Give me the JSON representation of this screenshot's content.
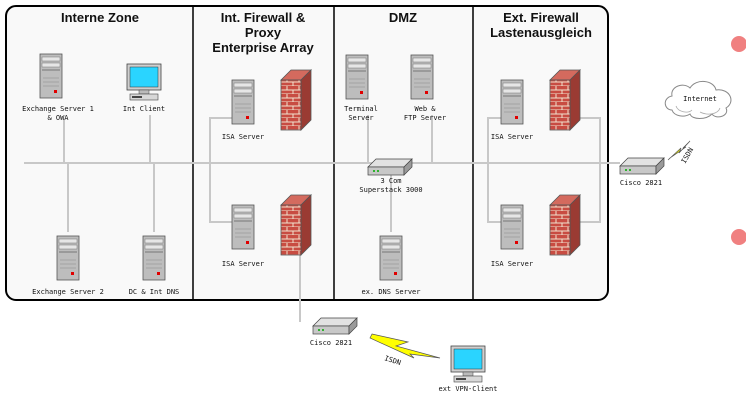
{
  "zones": {
    "internal": "Interne Zone",
    "fw_int_1": "Int. Firewall &",
    "fw_int_2": "Proxy",
    "fw_int_3": "Enterprise Array",
    "dmz": "DMZ",
    "fw_ext_1": "Ext. Firewall",
    "fw_ext_2": "Lastenausgleich"
  },
  "devices": {
    "exchange1_a": "Exchange Server 1",
    "exchange1_b": "& OWA",
    "int_client": "Int Client",
    "exchange2": "Exchange Server 2",
    "dc_dns": "DC & Int DNS",
    "isa1": "ISA Server",
    "isa2": "ISA Server",
    "terminal_a": "Terminal",
    "terminal_b": "Server",
    "web_a": "Web &",
    "web_b": "FTP Server",
    "switch_a": "3 Com",
    "switch_b": "Superstack 3000",
    "ext_dns": "ex. DNS Server",
    "isa3": "ISA Server",
    "isa4": "ISA Server",
    "cisco_ext": "Cisco 2821",
    "cisco_vpn": "Cisco 2821",
    "vpn_client": "ext VPN-Client"
  },
  "links": {
    "isdn_internet": "ISDN",
    "isdn_vpn": "ISDN"
  },
  "cloud": {
    "label": "Internet"
  },
  "colors": {
    "bullet": "#f08080",
    "line": "#c8c8c8",
    "lightning": "#ffff00",
    "brick": "#c0413a",
    "monitor_screen": "#2ad4ff"
  }
}
